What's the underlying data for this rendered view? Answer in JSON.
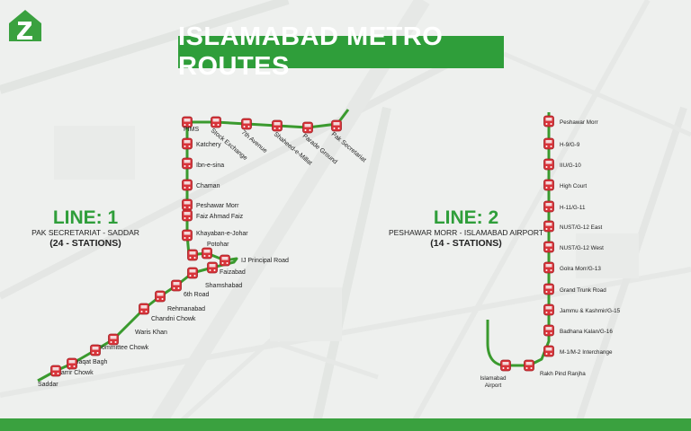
{
  "title": "ISLAMABAD METRO ROUTES",
  "logo_icon": "zameen-house-logo-icon",
  "colors": {
    "brand_green": "#2f9e3a",
    "route_line": "#3a9a2e",
    "station_red": "#d8343a",
    "background": "#eef0ee"
  },
  "line1": {
    "heading": "LINE: 1",
    "route": "PAK SECRETARIAT - SADDAR",
    "count": "(24 - STATIONS)",
    "stations": [
      "Pak Secretariat",
      "Parade Ground",
      "Shaheed-e-Millat",
      "7th Avenue",
      "Stock Exchange",
      "PIMS",
      "Katchery",
      "Ibn-e-sina",
      "Chaman",
      "Peshawar Morr",
      "Faiz Ahmad Faiz",
      "Khayaban-e-Johar",
      "Potohar",
      "IJ Principal Road",
      "Faizabad",
      "Shamshabad",
      "6th Road",
      "Rehmanabad",
      "Chandni Chowk",
      "Waris Khan",
      "Committee Chowk",
      "Liaqat Bagh",
      "Marrir Chowk",
      "Saddar"
    ]
  },
  "line2": {
    "heading": "LINE: 2",
    "route": "PESHAWAR MORR - ISLAMABAD AIRPORT",
    "count": "(14 - STATIONS)",
    "stations": [
      "Peshawar Morr",
      "H-9/G-9",
      "IIU/G-10",
      "High Court",
      "H-11/G-11",
      "NUST/G-12 East",
      "NUST/G-12 West",
      "Golra Morr/G-13",
      "Grand Trunk Road",
      "Jammu & Kashmir/G-15",
      "Badhana Kalan/G-16",
      "M-1/M-2 Interchange",
      "Rakh Pind Ranjha",
      "Islamabad Airport"
    ]
  }
}
